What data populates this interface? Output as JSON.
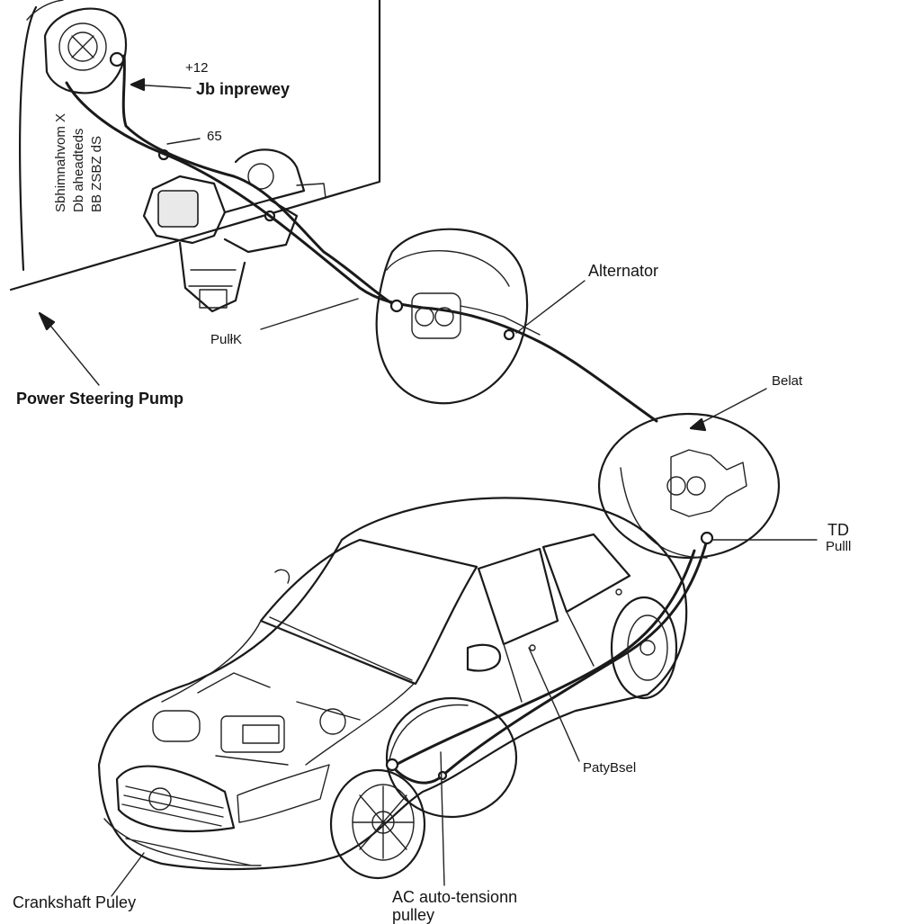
{
  "labels": {
    "plus12": "+12",
    "jb_inprewey": "Jb inprewey",
    "sixty_five": "65",
    "alternator": "Alternator",
    "pulik": "PulłK",
    "power_steering_pump": "Power Steering Pump",
    "belat": "Belat",
    "td": "TD",
    "pulil": "Pulll",
    "patybsel": "PatyBsel",
    "crankshaft_puley": "Crankshaft Puley",
    "ac_auto_tensionn": "AC auto-tensionn",
    "pulley": "pulley"
  },
  "sideways_text": {
    "line1": "Sbhimnahvom X",
    "line2": "Db aheadteds",
    "line3": "BB ZSBZ dS"
  },
  "icons": {
    "car": "sedan-car-illustration",
    "engine": "engine-block-illustration",
    "alternator": "alternator-pulley-detail",
    "ac": "ac-compressor-pulley-detail",
    "crank": "crankshaft-pulley-detail",
    "psp": "power-steering-pump-illustration"
  }
}
